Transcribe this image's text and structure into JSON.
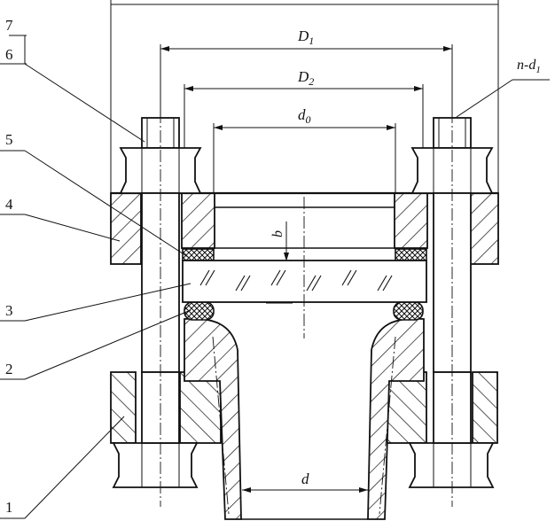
{
  "dimensions": {
    "D1": {
      "main": "D",
      "sub": "1"
    },
    "D2": {
      "main": "D",
      "sub": "2"
    },
    "d0": {
      "main": "d",
      "sub": "0"
    },
    "d": "d",
    "b": "b",
    "nd1": {
      "main": "n-d",
      "sub": "1"
    }
  },
  "part_numbers": [
    "7",
    "6",
    "5",
    "4",
    "3",
    "2",
    "1"
  ]
}
